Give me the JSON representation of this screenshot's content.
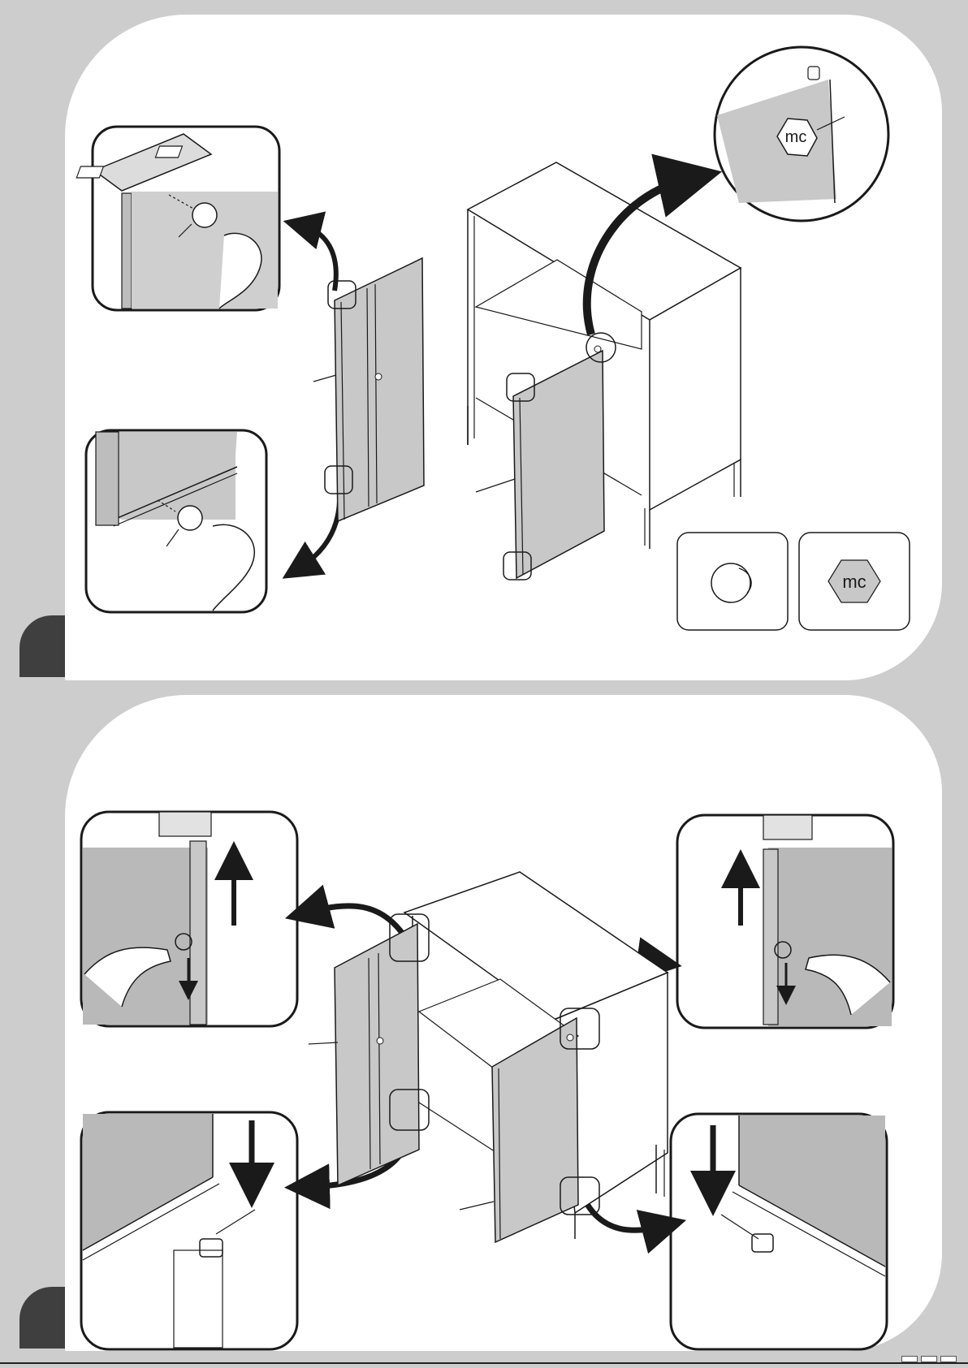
{
  "document": {
    "type": "assembly-instructions",
    "steps": [
      {
        "tab_color": "#3f3f3f",
        "parts_shown": [
          "knob",
          "logo-badge"
        ],
        "badge_text": "mc"
      },
      {
        "tab_color": "#3f3f3f",
        "actions": [
          "lift-hinge-pin",
          "lower-door-onto-pin"
        ]
      }
    ],
    "colors": {
      "page_background": "#cdcdcd",
      "panel_background": "#ffffff",
      "panel_fill": "#c8c8c8",
      "line": "#1a1a1a",
      "arrow": "#1a1a1a"
    }
  }
}
